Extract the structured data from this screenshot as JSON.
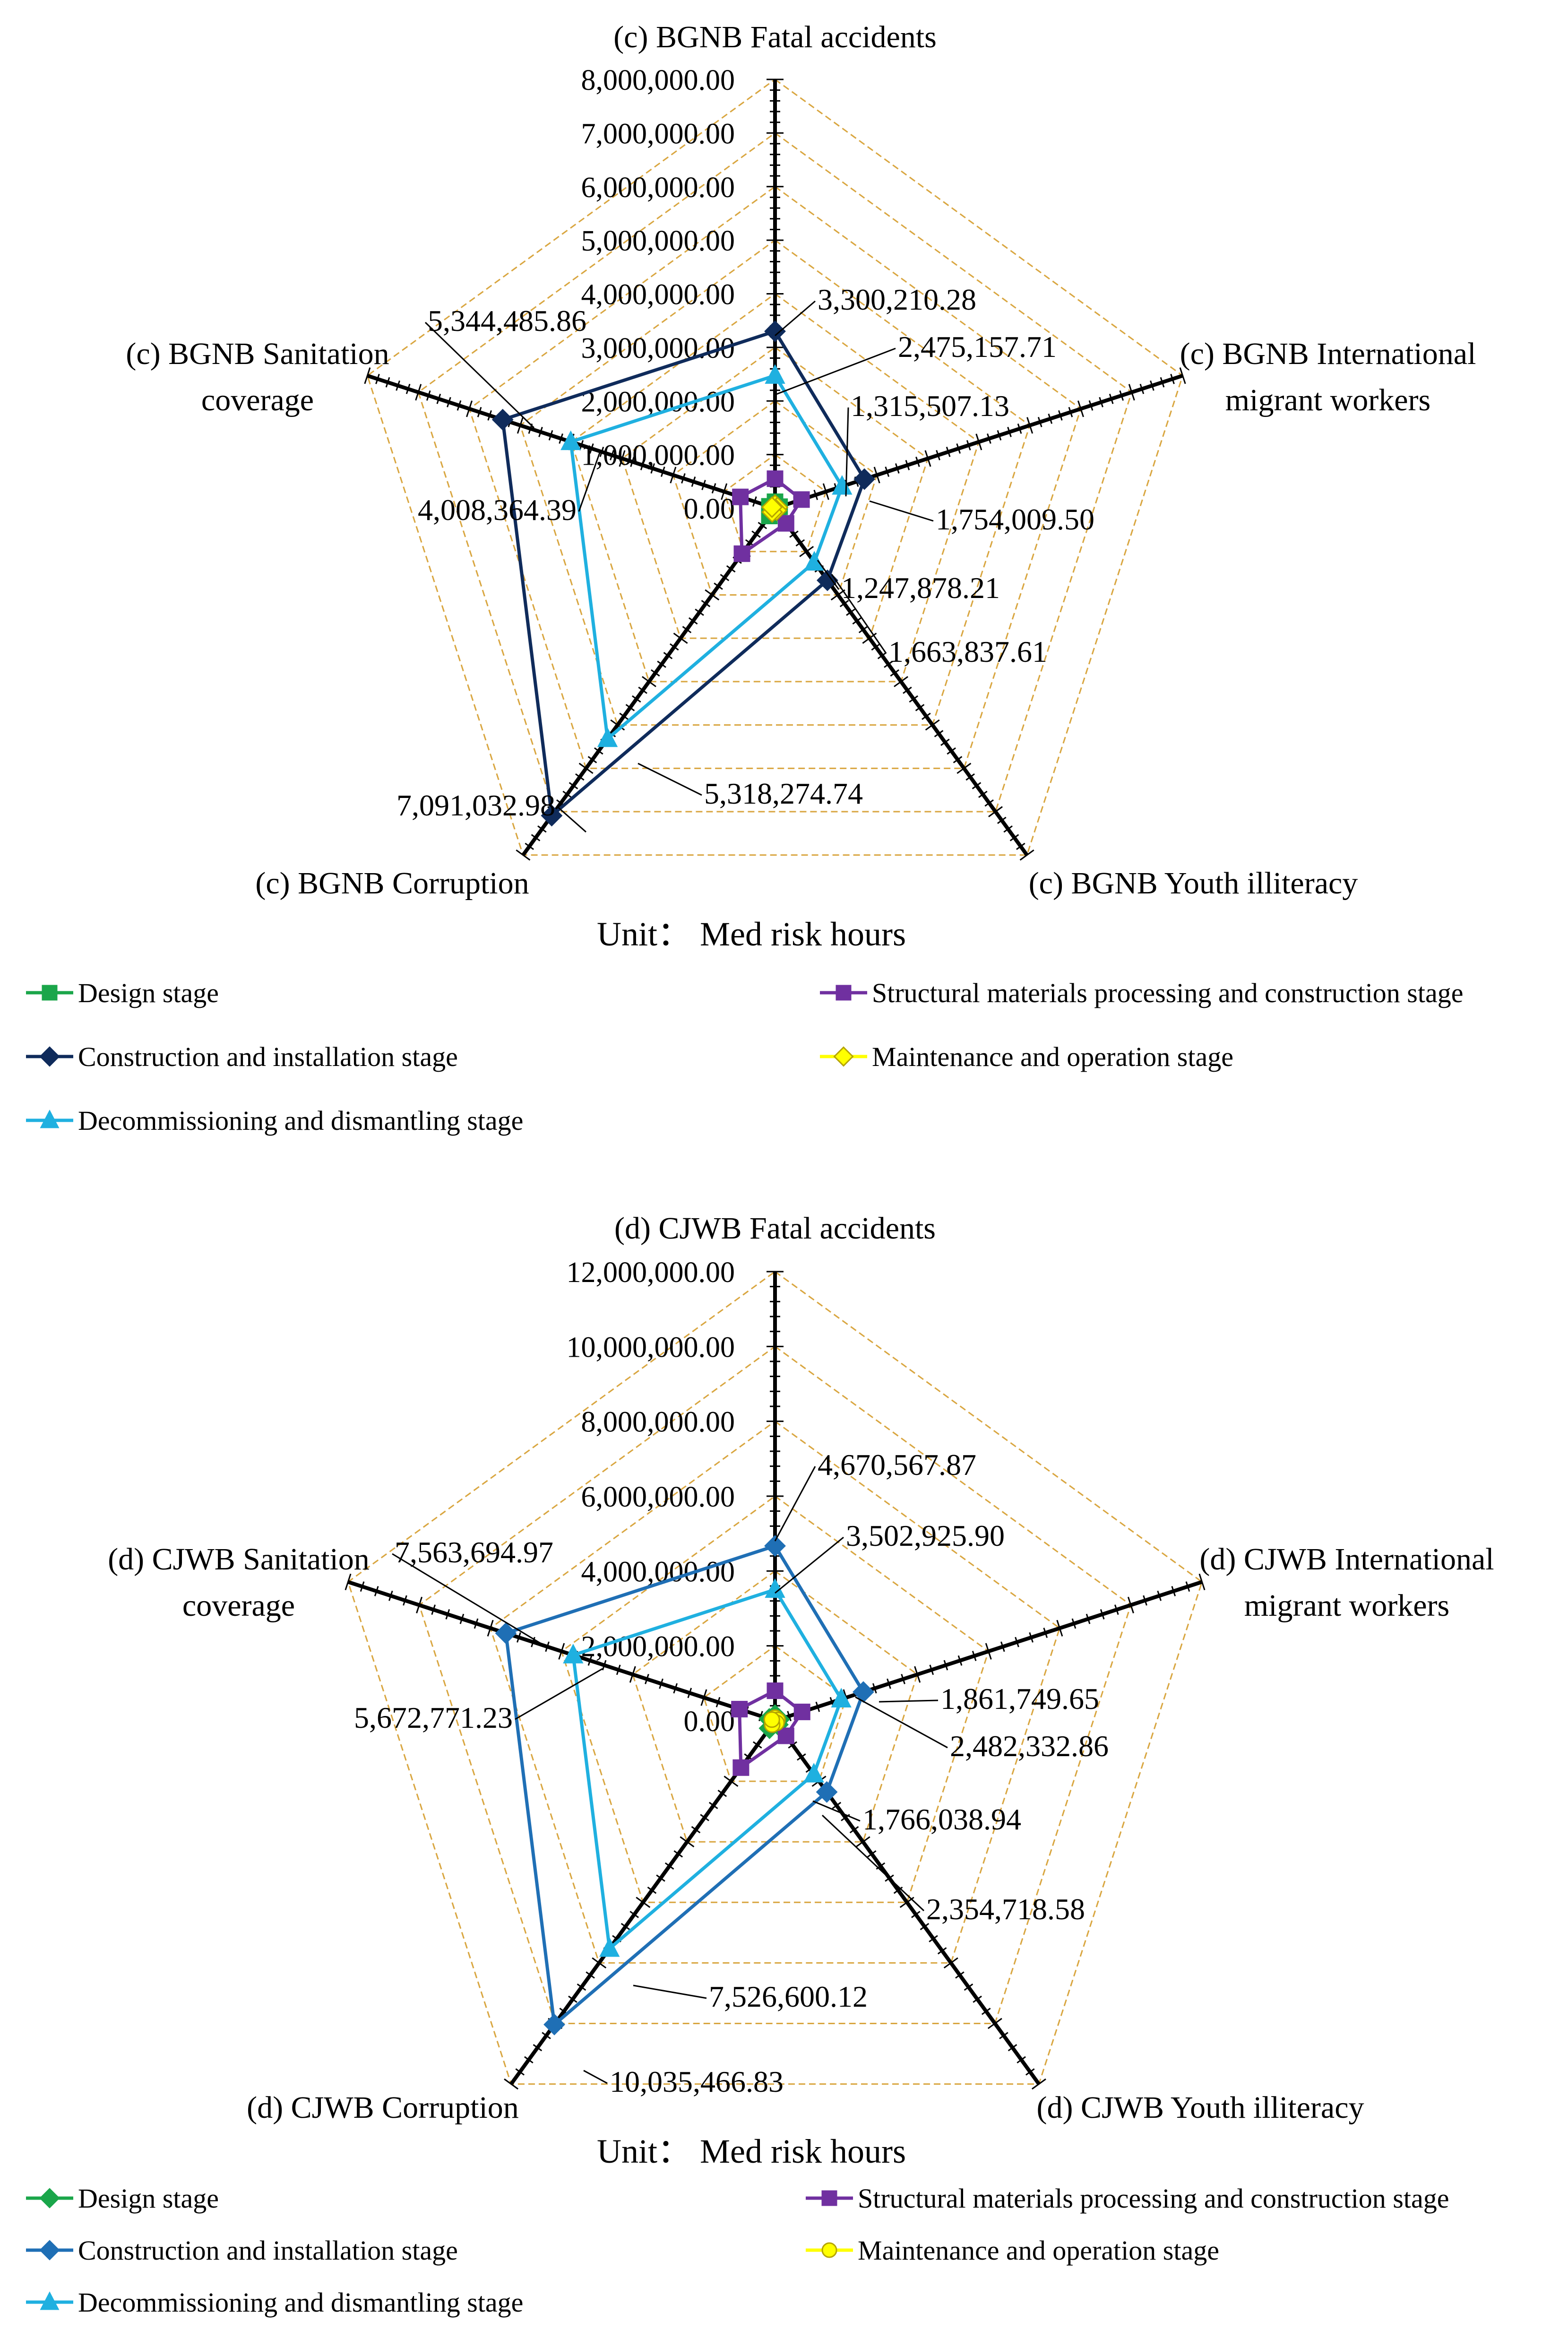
{
  "colors": {
    "grid": "#d9a640",
    "axis": "#000000",
    "design": "#1aa64a",
    "structural": "#7030a0",
    "construction_c": "#0f2b5b",
    "construction_d": "#1f6fb5",
    "maintenance": "#ffff00",
    "decommissioning": "#1fb0e0"
  },
  "chart_data": [
    {
      "type": "radar",
      "unit": "Unit： Med risk hours",
      "axes": [
        "(c)  BGNB Fatal accidents",
        "(c)  BGNB International migrant workers",
        "(c)  BGNB Youth illiteracy",
        "(c)  BGNB Corruption",
        "(c)  BGNB Sanitation coverage"
      ],
      "axis_label_lines": [
        [
          "(c)  BGNB Fatal accidents"
        ],
        [
          "(c)  BGNB International",
          "migrant workers"
        ],
        [
          "(c)  BGNB Youth illiteracy"
        ],
        [
          "(c)  BGNB Corruption"
        ],
        [
          "(c)  BGNB Sanitation",
          "coverage"
        ]
      ],
      "rmax": 8000000,
      "ticks": [
        "0.00",
        "1,000,000.00",
        "2,000,000.00",
        "3,000,000.00",
        "4,000,000.00",
        "5,000,000.00",
        "6,000,000.00",
        "7,000,000.00",
        "8,000,000.00"
      ],
      "series": [
        {
          "name": "Design stage",
          "key": "design",
          "marker": "square",
          "values": [
            120000,
            90000,
            100000,
            180000,
            110000
          ]
        },
        {
          "name": "Structural materials processing and  construction stage",
          "key": "structural",
          "marker": "square",
          "values": [
            550000,
            520000,
            350000,
            1050000,
            680000
          ]
        },
        {
          "name": "Construction and installation stage",
          "key": "construction_c",
          "marker": "diamond",
          "values": [
            3300210.28,
            1754009.5,
            1663837.61,
            7091032.98,
            5344485.86
          ]
        },
        {
          "name": "Maintenance and operation stage",
          "key": "maintenance",
          "marker": "diamond",
          "values": [
            60000,
            50000,
            50000,
            90000,
            60000
          ]
        },
        {
          "name": "Decommissioning and dismantling stage",
          "key": "decommissioning",
          "marker": "triangle",
          "values": [
            2475157.71,
            1315507.13,
            1247878.21,
            5318274.74,
            4008364.39
          ]
        }
      ],
      "labels": [
        "3,300,210.28",
        "2,475,157.71",
        "1,315,507.13",
        "1,754,009.50",
        "1,247,878.21",
        "1,663,837.61",
        "5,318,274.74",
        "7,091,032.98",
        "4,008,364.39",
        "5,344,485.86"
      ]
    },
    {
      "type": "radar",
      "unit": "Unit： Med risk hours",
      "axes": [
        "(d) CJWB Fatal accidents",
        "(d) CJWB International migrant workers",
        "(d) CJWB Youth illiteracy",
        "(d) CJWB Corruption",
        "(d) CJWB Sanitation coverage"
      ],
      "axis_label_lines": [
        [
          "(d) CJWB Fatal accidents"
        ],
        [
          "(d) CJWB International",
          "migrant workers"
        ],
        [
          "(d) CJWB Youth illiteracy"
        ],
        [
          "(d) CJWB Corruption"
        ],
        [
          "(d) CJWB Sanitation",
          "coverage"
        ]
      ],
      "rmax": 12000000,
      "ticks": [
        "0.00",
        "2,000,000.00",
        "4,000,000.00",
        "6,000,000.00",
        "8,000,000.00",
        "10,000,000.00",
        "12,000,000.00"
      ],
      "series": [
        {
          "name": "Design stage",
          "key": "design",
          "marker": "diamond",
          "values": [
            150000,
            120000,
            130000,
            250000,
            160000
          ]
        },
        {
          "name": "Structural materials processing and  construction stage",
          "key": "structural",
          "marker": "square",
          "values": [
            800000,
            760000,
            500000,
            1550000,
            1000000
          ]
        },
        {
          "name": "Construction and installation stage",
          "key": "construction_d",
          "marker": "diamond",
          "values": [
            4670567.87,
            2482332.86,
            2354718.58,
            10035466.83,
            7563694.97
          ]
        },
        {
          "name": "Maintenance and operation stage",
          "key": "maintenance",
          "marker": "circle",
          "values": [
            80000,
            70000,
            70000,
            130000,
            90000
          ]
        },
        {
          "name": "Decommissioning and dismantling stage",
          "key": "decommissioning",
          "marker": "triangle",
          "values": [
            3502925.9,
            1861749.65,
            1766038.94,
            7526600.12,
            5672771.23
          ]
        }
      ],
      "labels": [
        "4,670,567.87",
        "3,502,925.90",
        "1,861,749.65",
        "2,482,332.86",
        "1,766,038.94",
        "2,354,718.58",
        "7,526,600.12",
        "10,035,466.83",
        "5,672,771.23",
        "7,563,694.97"
      ]
    }
  ]
}
